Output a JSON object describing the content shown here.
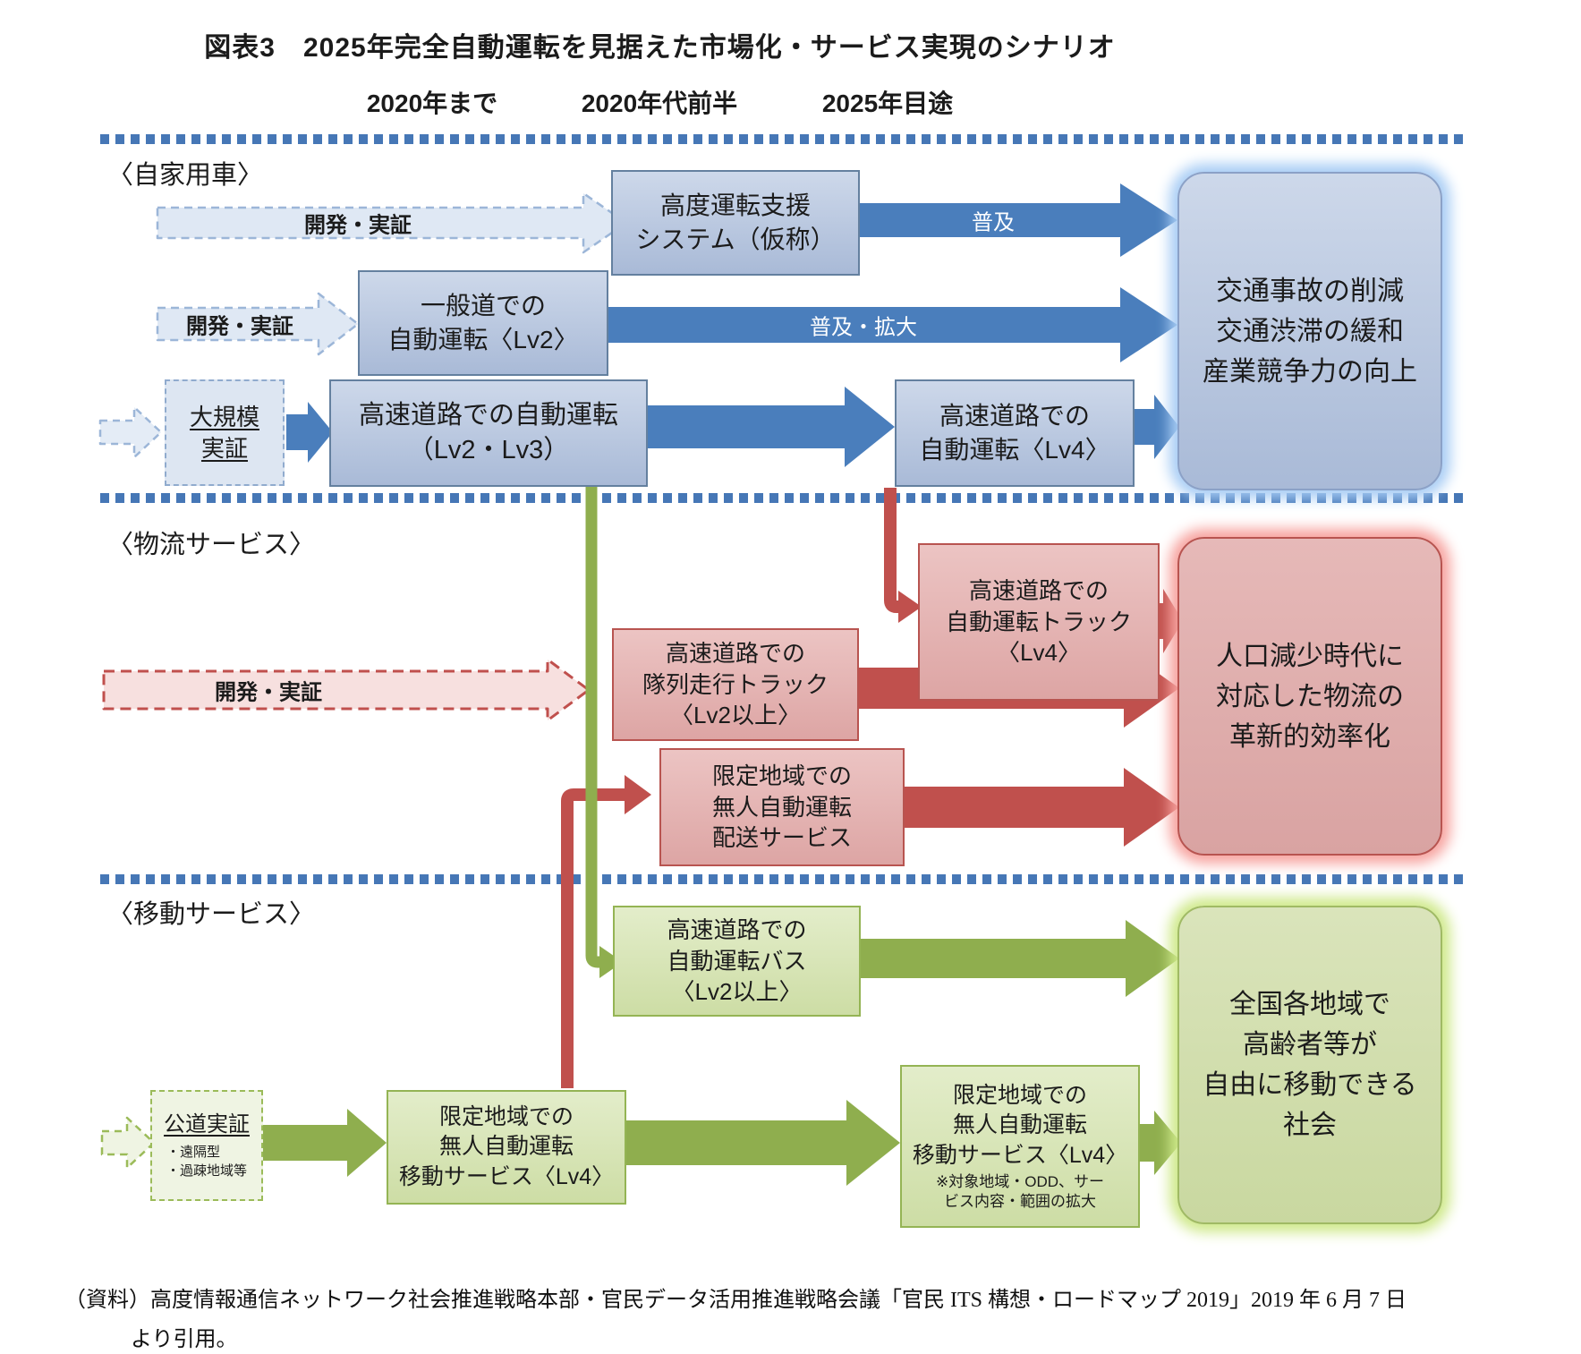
{
  "title": "図表3　2025年完全自動運転を見据えた市場化・サービス実現のシナリオ",
  "timeline": [
    "2020年まで",
    "2020年代前半",
    "2025年目途"
  ],
  "palette": {
    "arrow_blue": "#4a7ebc",
    "arrow_red": "#c0504d",
    "arrow_green": "#8fae4e",
    "separator_blue": "#4677b6",
    "blue_box_fill": "#b4c3dc",
    "red_box_fill": "#e2b0af",
    "green_box_fill": "#d6e3b6",
    "blue_glow": "#a8cdf5",
    "red_glow": "#f7a29e",
    "green_glow": "#cfe98a"
  },
  "private_car": {
    "label": "〈自家用車〉",
    "dev_arrow1_label": "開発・実証",
    "adas_box": "高度運転支援\nシステム（仮称）",
    "spread_arrow_label": "普及",
    "dev_arrow2_label": "開発・実証",
    "general_road_box": "一般道での\n自動運転〈Lv2〉",
    "spread_expand_arrow_label": "普及・拡大",
    "large_trial_box": "大規模\n実証",
    "highway_lv23_box": "高速道路での自動運転\n（Lv2・Lv3）",
    "highway_lv4_box": "高速道路での\n自動運転〈Lv4〉",
    "goal_box": "交通事故の削減\n交通渋滞の緩和\n産業競争力の向上"
  },
  "logistics": {
    "label": "〈物流サービス〉",
    "truck_lv4_box": "高速道路での\n自動運転トラック\n〈Lv4〉",
    "dev_arrow_label": "開発・実証",
    "platoon_box": "高速道路での\n隊列走行トラック\n〈Lv2以上〉",
    "delivery_box": "限定地域での\n無人自動運転\n配送サービス",
    "goal_box": "人口減少時代に\n対応した物流の\n革新的効率化"
  },
  "mobility": {
    "label": "〈移動サービス〉",
    "bus_box": "高速道路での\n自動運転バス\n〈Lv2以上〉",
    "public_road_trial_title": "公道実証",
    "public_road_trial_notes": "・遠隔型\n・過疎地域等",
    "service_box1": "限定地域での\n無人自動運転\n移動サービス〈Lv4〉",
    "service_box2_main": "限定地域での\n無人自動運転\n移動サービス〈Lv4〉",
    "service_box2_note": "※対象地域・ODD、サー\nビス内容・範囲の拡大",
    "goal_box": "全国各地域で\n高齢者等が\n自由に移動できる\n社会"
  },
  "source": {
    "line1": "（資料）高度情報通信ネットワーク社会推進戦略本部・官民データ活用推進戦略会議「官民 ITS 構想・ロードマップ 2019」2019 年 6 月 7 日",
    "line2": "より引用。"
  }
}
